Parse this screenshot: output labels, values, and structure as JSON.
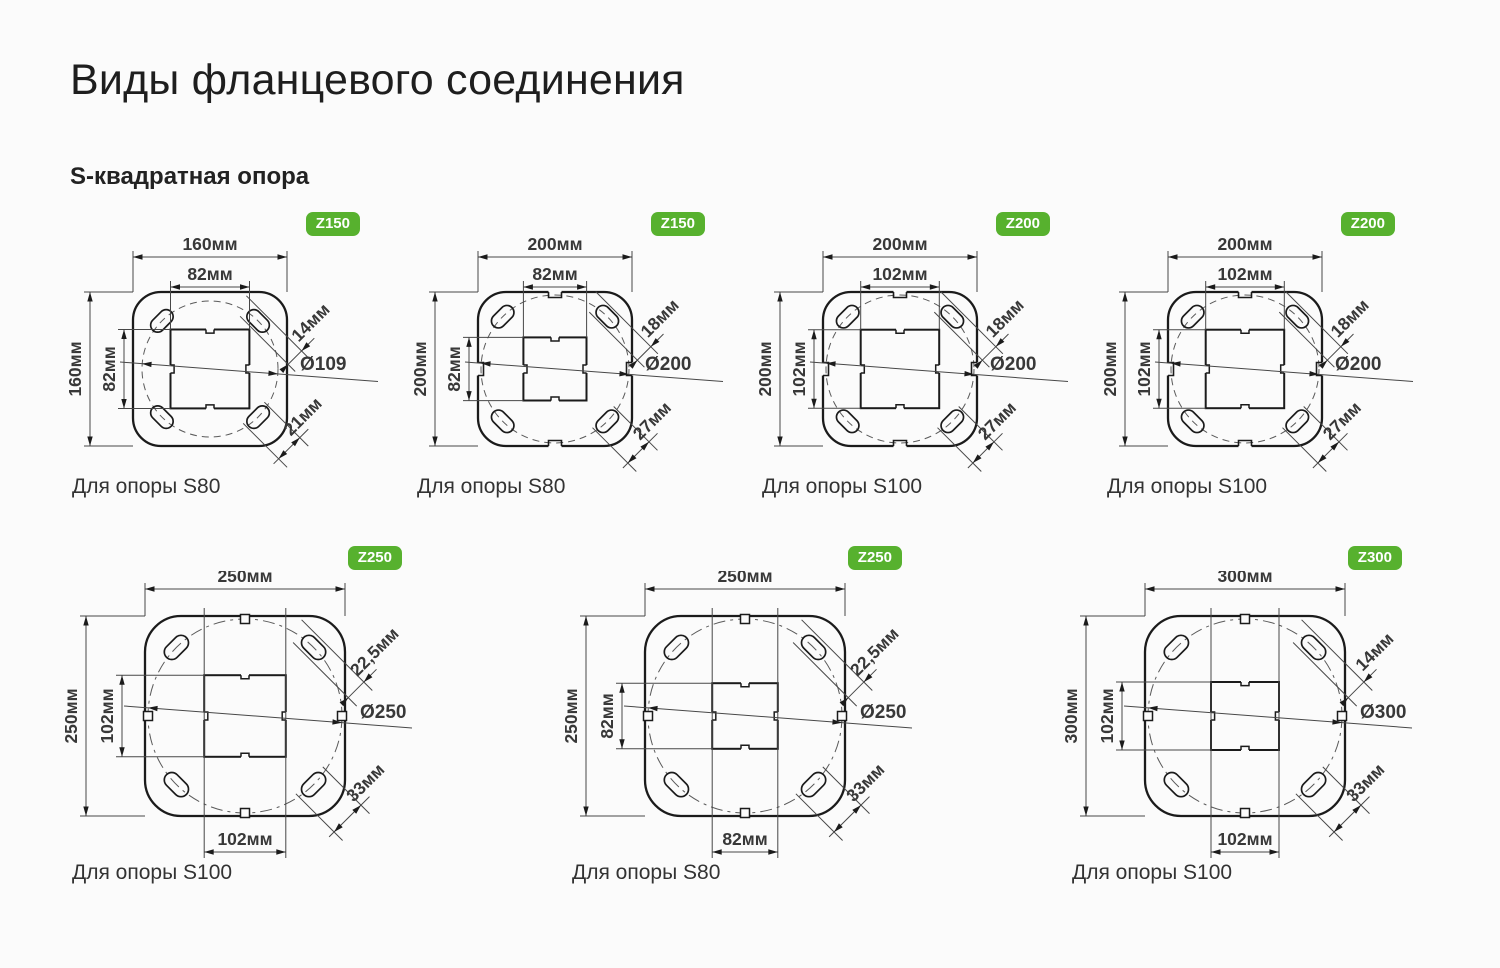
{
  "page": {
    "title": "Виды фланцевого соединения",
    "subtitle": "S-квадратная опора",
    "background": "#fbfbfb",
    "accent_green": "#57b12e",
    "line_color": "#1b1b1b",
    "thin_line_color": "#474747",
    "text_color": "#383838"
  },
  "diagrams": [
    {
      "badge": "Z150",
      "caption": "Для опоры S80",
      "row": 1,
      "edge": "plain",
      "outer_mm": 160,
      "inner_mm": 82,
      "labels": {
        "outer_width": "160мм",
        "inner_width": "82мм",
        "outer_height": "160мм",
        "inner_height": "82мм",
        "slot_width": "14мм",
        "bolt_circle": "Ø109",
        "slot_length": "21мм"
      }
    },
    {
      "badge": "Z150",
      "caption": "Для опоры S80",
      "row": 1,
      "edge": "notch",
      "outer_mm": 200,
      "inner_mm": 82,
      "labels": {
        "outer_width": "200мм",
        "inner_width": "82мм",
        "outer_height": "200мм",
        "inner_height": "82мм",
        "slot_width": "18мм",
        "bolt_circle": "Ø200",
        "slot_length": "27мм"
      }
    },
    {
      "badge": "Z200",
      "caption": "Для опоры S100",
      "row": 1,
      "edge": "notch",
      "outer_mm": 200,
      "inner_mm": 102,
      "labels": {
        "outer_width": "200мм",
        "inner_width": "102мм",
        "outer_height": "200мм",
        "inner_height": "102мм",
        "slot_width": "18мм",
        "bolt_circle": "Ø200",
        "slot_length": "27мм"
      }
    },
    {
      "badge": "Z200",
      "caption": "Для опоры S100",
      "row": 1,
      "edge": "notch",
      "outer_mm": 200,
      "inner_mm": 102,
      "labels": {
        "outer_width": "200мм",
        "inner_width": "102мм",
        "outer_height": "200мм",
        "inner_height": "102мм",
        "slot_width": "18мм",
        "bolt_circle": "Ø200",
        "slot_length": "27мм"
      }
    },
    {
      "badge": "Z250",
      "caption": "Для опоры S100",
      "row": 2,
      "edge": "squares",
      "outer_mm": 250,
      "inner_mm": 102,
      "labels": {
        "outer_width": "250мм",
        "inner_width": "102мм",
        "outer_height": "250мм",
        "inner_height": "102мм",
        "slot_width": "22,5мм",
        "bolt_circle": "Ø250",
        "slot_length": "33мм"
      }
    },
    {
      "badge": "Z250",
      "caption": "Для опоры S80",
      "row": 2,
      "edge": "squares",
      "outer_mm": 250,
      "inner_mm": 82,
      "labels": {
        "outer_width": "250мм",
        "inner_width": "82мм",
        "outer_height": "250мм",
        "inner_height": "82мм",
        "slot_width": "22,5мм",
        "bolt_circle": "Ø250",
        "slot_length": "33мм"
      }
    },
    {
      "badge": "Z300",
      "caption": "Для опоры S100",
      "row": 2,
      "edge": "squares",
      "outer_mm": 300,
      "inner_mm": 102,
      "labels": {
        "outer_width": "300мм",
        "inner_width": "102мм",
        "outer_height": "300мм",
        "inner_height": "102мм",
        "slot_width": "14мм",
        "bolt_circle": "Ø300",
        "slot_length": "33мм"
      }
    }
  ]
}
